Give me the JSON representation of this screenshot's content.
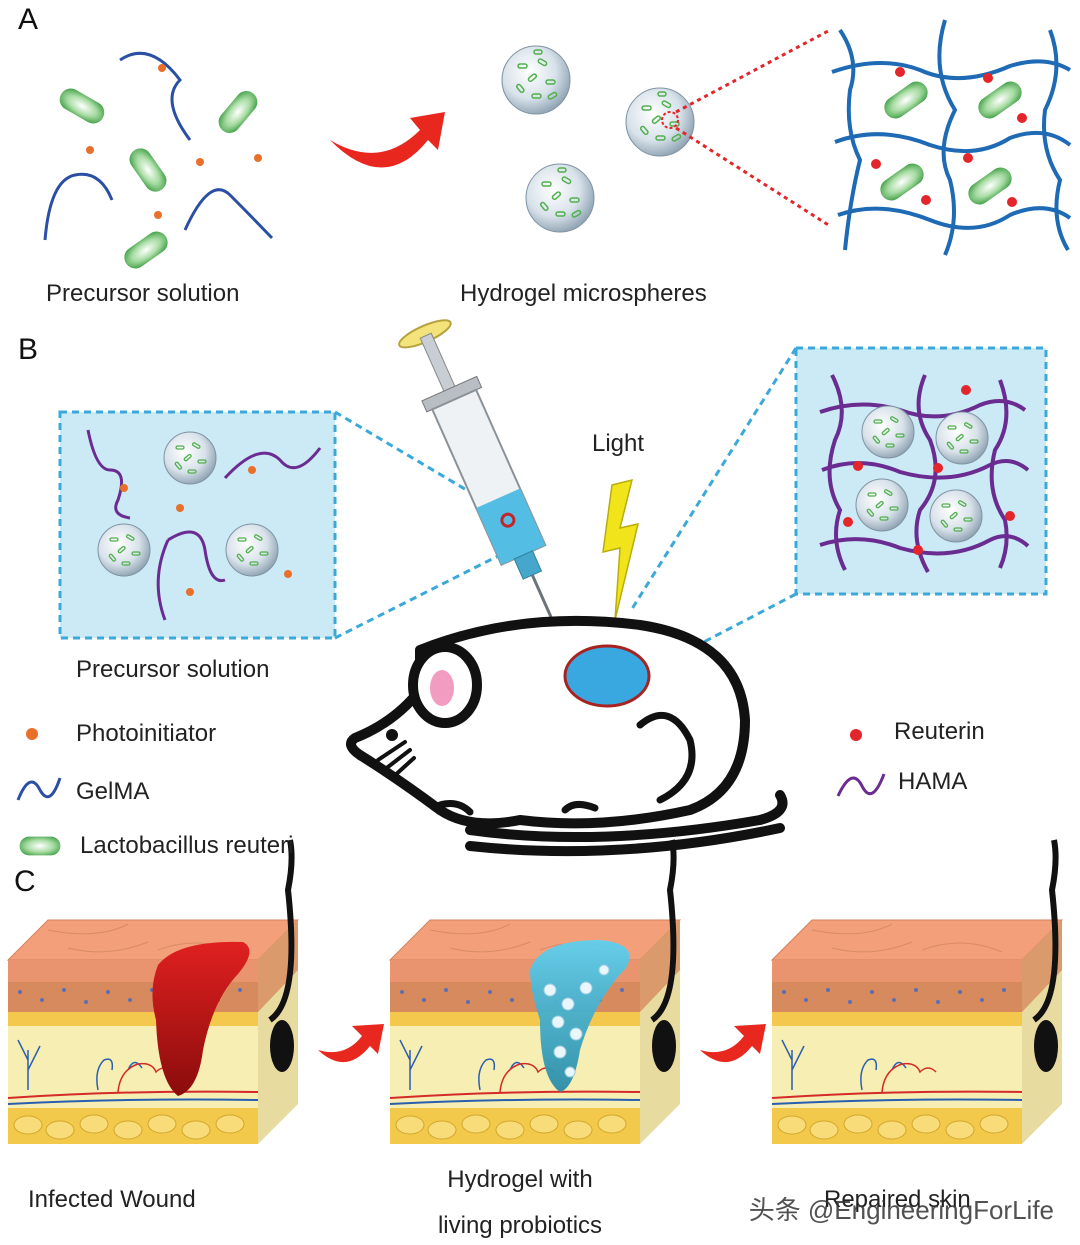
{
  "panels": {
    "a": "A",
    "b": "B",
    "c": "C"
  },
  "panel_a": {
    "precursor_label": "Precursor solution",
    "microspheres_label": "Hydrogel microspheres"
  },
  "panel_b": {
    "precursor_label": "Precursor solution",
    "light_label": "Light"
  },
  "legend": {
    "photoinitiator": "Photoinitiator",
    "gelma": "GelMA",
    "lactobacillus": "Lactobacillus reuteri",
    "reuterin": "Reuterin",
    "hama": "HAMA"
  },
  "panel_c": {
    "infected": "Infected Wound",
    "hydrogel_line1": "Hydrogel with",
    "hydrogel_line2": "living probiotics",
    "repaired": "Repaired skin"
  },
  "watermark": "头条 @EngineeringForLife",
  "colors": {
    "gelma_blue": "#2b4fa3",
    "hama_purple": "#6a2c91",
    "photoinitiator_orange": "#e8702a",
    "reuterin_red": "#e3262b",
    "arrow_red": "#e8281f",
    "bacteria_green": "#4caf50",
    "box_fill": "#cce9f6",
    "box_border": "#3aa9d9"
  }
}
